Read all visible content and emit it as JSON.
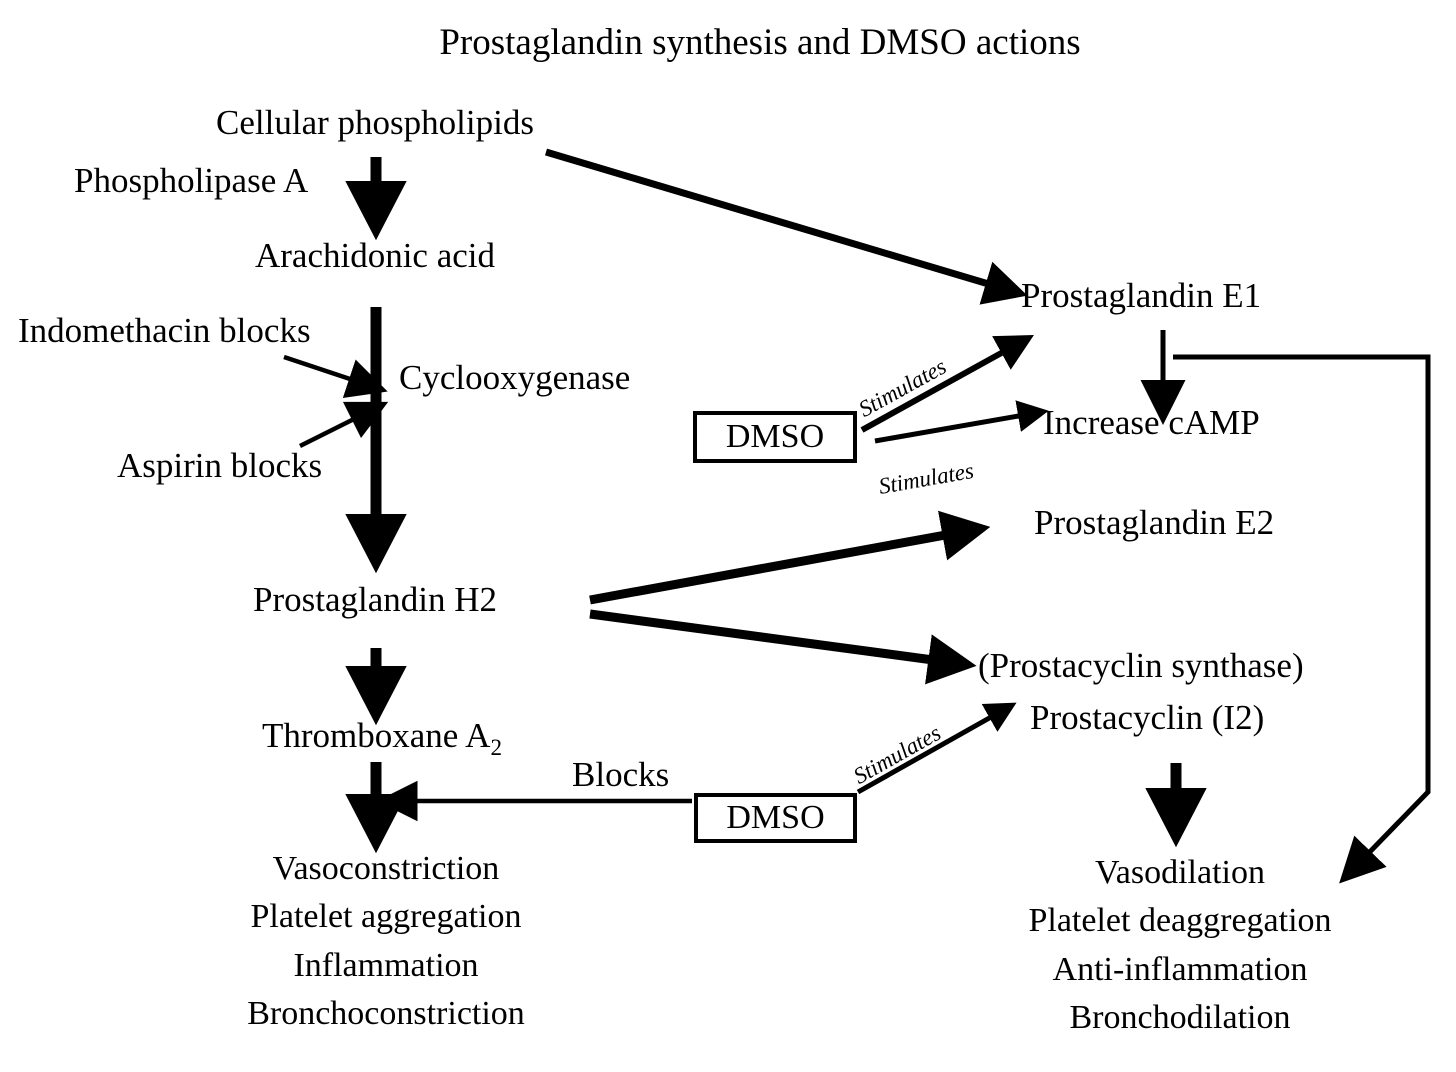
{
  "diagram": {
    "title": "Prostaglandin synthesis and DMSO actions",
    "nodes": {
      "cellular_phospholipids": "Cellular phospholipids",
      "phospholipase_a": "Phospholipase A",
      "arachidonic_acid": "Arachidonic acid",
      "indomethacin_blocks": "Indomethacin blocks",
      "cyclooxygenase": "Cyclooxygenase",
      "aspirin_blocks": "Aspirin blocks",
      "prostaglandin_h2": "Prostaglandin H2",
      "thromboxane_a2_main": "Thromboxane A",
      "thromboxane_a2_sub": "2",
      "prostaglandin_e1": "Prostaglandin E1",
      "increase_camp": "Increase cAMP",
      "prostaglandin_e2": "Prostaglandin E2",
      "prostacyclin_synthase": "(Prostacyclin synthase)",
      "prostacyclin_i2": "Prostacyclin (I2)",
      "dmso_top": "DMSO",
      "dmso_bottom": "DMSO"
    },
    "edge_labels": {
      "stimulates_pge1": "Stimulates",
      "stimulates_camp": "Stimulates",
      "stimulates_prostacyclin": "Stimulates",
      "blocks": "Blocks"
    },
    "outcomes_left": [
      "Vasoconstriction",
      "Platelet aggregation",
      "Inflammation",
      "Bronchoconstriction"
    ],
    "outcomes_right": [
      "Vasodilation",
      "Platelet deaggregation",
      "Anti-inflammation",
      "Bronchodilation"
    ],
    "colors": {
      "background": "#ffffff",
      "ink": "#000000"
    }
  }
}
